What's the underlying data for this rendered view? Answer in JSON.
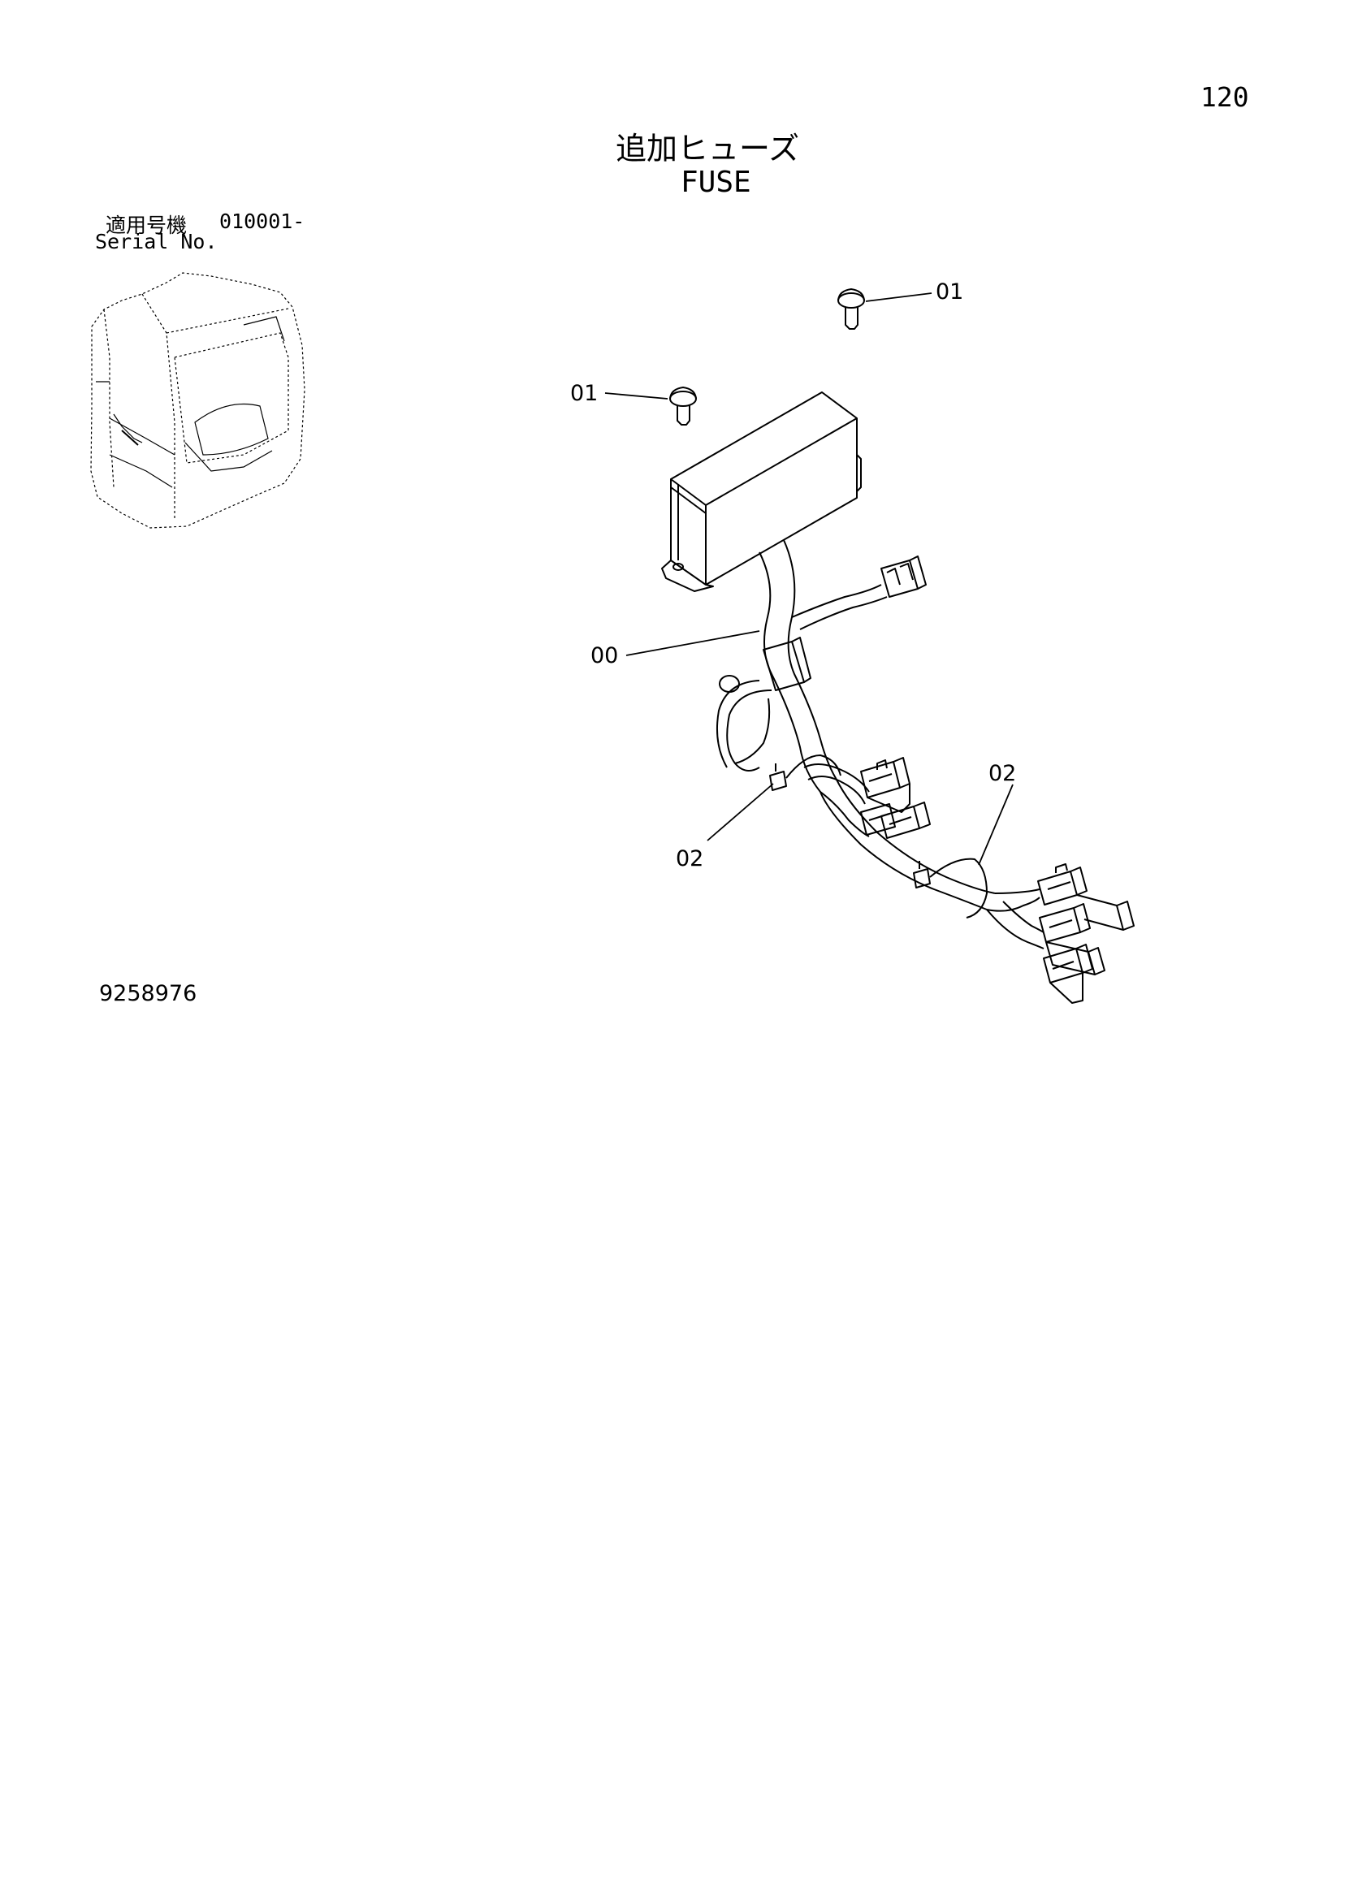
{
  "page": {
    "number": "120",
    "title_jp": "追加ヒューズ",
    "title_en": "FUSE"
  },
  "serial": {
    "label_jp": "適用号機",
    "range": "010001-",
    "label_en": "Serial No."
  },
  "callouts": {
    "bolt_top": "01",
    "bolt_left": "01",
    "harness": "00",
    "clamp_right": "02",
    "clamp_left": "02"
  },
  "drawing_number": "9258976"
}
